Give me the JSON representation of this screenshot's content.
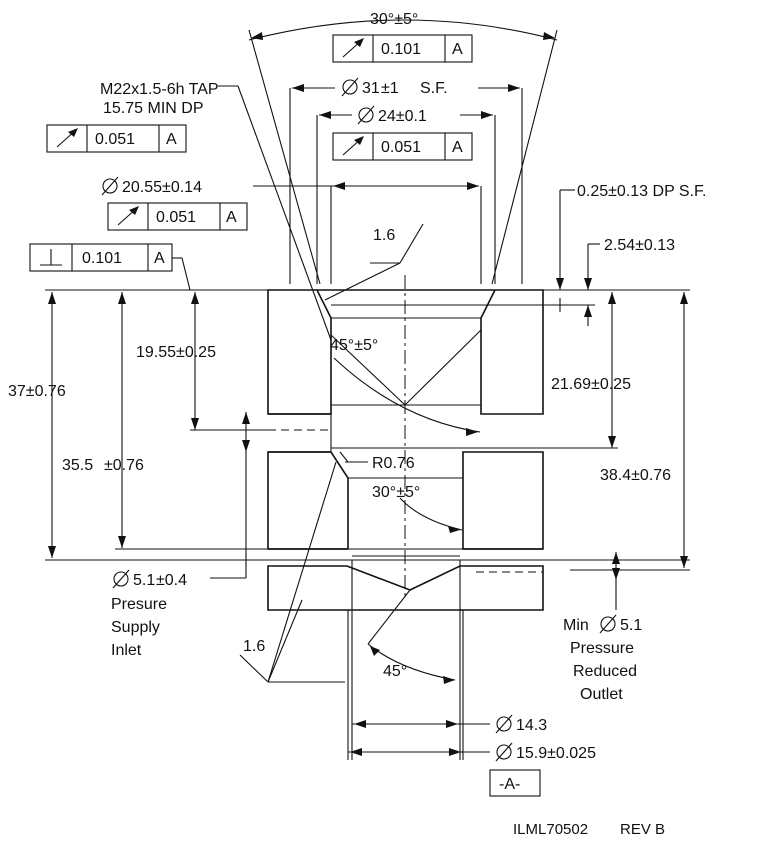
{
  "colors": {
    "section_fill": "#e6e6a0",
    "hatch": "#333333",
    "line": "#111111"
  },
  "callouts": {
    "thread_line1": "M22x1.5-6h TAP",
    "thread_line2": "15.75 MIN DP",
    "angle_top": "30°±5°",
    "dia_31": "31",
    "dia_31_tol": "±1",
    "dia_31_sf": "S.F.",
    "dia_24": "24±0.1",
    "dia_2055": "20.55±0.14",
    "depth_sf": "0.25±0.13  DP S.F.",
    "depth_254": "2.54±0.13",
    "surface_finish": "1.6",
    "angle_45_5": "45°±5°",
    "angle_30_5": "30°±5°",
    "radius": "R0.76",
    "angle_45": "45°",
    "surface_finish_bottom": "1.6"
  },
  "dimensions": {
    "d_1955": "19.55±0.25",
    "d_37": "37±0.76",
    "d_355": "35.5",
    "d_355_tol": "±0.76",
    "d_2169": "21.69±0.25",
    "d_384": "38.4±0.76",
    "d_143": "14.3",
    "d_159": "15.9±0.025"
  },
  "feature_frames": {
    "runout_top": {
      "symbol": "circular-runout-icon",
      "tolerance": "0.101",
      "datum": "A"
    },
    "runout_24": {
      "symbol": "circular-runout-icon",
      "tolerance": "0.051",
      "datum": "A"
    },
    "runout_thread": {
      "symbol": "circular-runout-icon",
      "tolerance": "0.051",
      "datum": "A"
    },
    "runout_2055": {
      "symbol": "circular-runout-icon",
      "tolerance": "0.051",
      "datum": "A"
    },
    "perpendicularity": {
      "symbol": "perpendicularity-icon",
      "tolerance": "0.101",
      "datum": "A"
    }
  },
  "ports": {
    "supply_dia": "5.1",
    "supply_tol": "±0.4",
    "supply_line1": "Presure",
    "supply_line2": "Supply",
    "supply_line3": "Inlet",
    "outlet_prefix": "Min",
    "outlet_dia": "5.1",
    "outlet_line1": "Pressure",
    "outlet_line2": "Reduced",
    "outlet_line3": "Outlet"
  },
  "datum_label": "-A-",
  "footer": {
    "drawing_number": "ILML70502",
    "revision": "REV B"
  }
}
